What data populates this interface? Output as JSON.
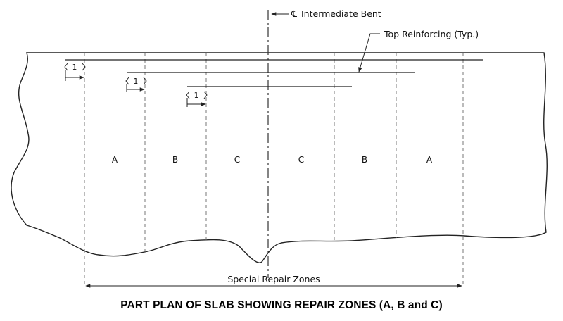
{
  "labels": {
    "centerline_symbol": "℄",
    "centerline_text": "Intermediate Bent",
    "top_reinforcing": "Top Reinforcing (Typ.)",
    "special_repair_zones": "Special Repair Zones",
    "note_marker": "1"
  },
  "zones": [
    "A",
    "B",
    "C",
    "C",
    "B",
    "A"
  ],
  "caption": "PART PLAN OF SLAB SHOWING REPAIR ZONES (A, B and C)",
  "colors": {
    "line": "#222222",
    "dashed": "#777777",
    "centerline": "#333333"
  }
}
